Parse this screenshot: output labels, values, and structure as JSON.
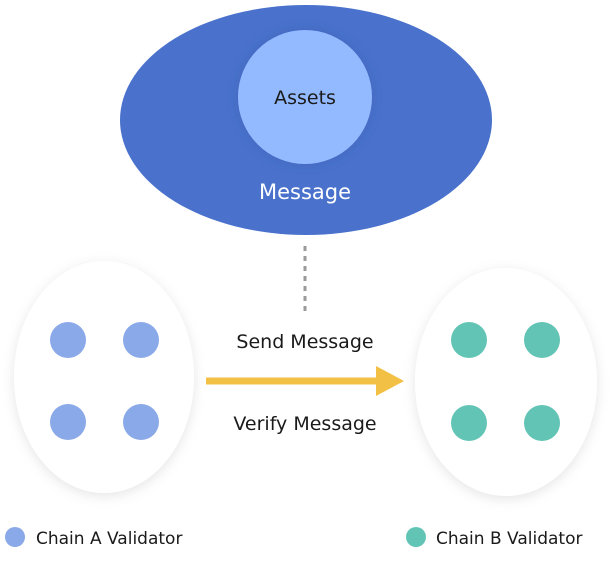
{
  "message_ellipse": {
    "inner_label": "Assets",
    "outer_label": "Message",
    "outer_color": "#4a72cc",
    "inner_color": "#93baff"
  },
  "arrow": {
    "top_label": "Send Message",
    "bottom_label": "Verify Message",
    "color": "#f1c045"
  },
  "connector": {
    "style": "dotted",
    "color": "#9a9a9a"
  },
  "chain_a": {
    "node_color": "#8aa9e8",
    "node_count": 4
  },
  "chain_b": {
    "node_color": "#62c4b5",
    "node_count": 4
  },
  "legend": [
    {
      "label": "Chain A Validator",
      "color": "#8aa9e8"
    },
    {
      "label": "Chain B Validator",
      "color": "#62c4b5"
    }
  ]
}
